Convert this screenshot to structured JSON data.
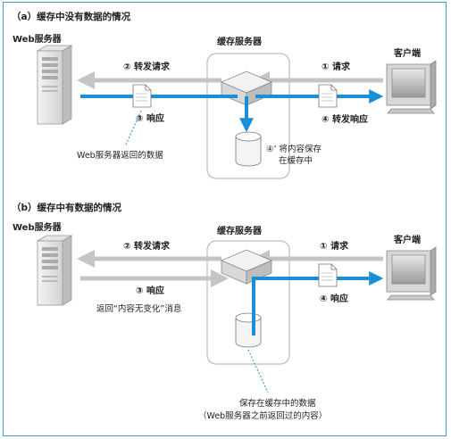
{
  "panel_a": {
    "title": "（a）缓存中没有数据的情况",
    "web_server": "Web服务器",
    "cache_server": "缓存服务器",
    "client": "客户端",
    "step1": "① 请求",
    "step2": "② 转发请求",
    "step3": "③ 响应",
    "step4": "④ 转发响应",
    "step4p_line1": "④’ 将内容保存",
    "step4p_line2": "在缓存中",
    "web_return": "Web服务器返回的数据"
  },
  "panel_b": {
    "title": "（b）缓存中有数据的情况",
    "web_server": "Web服务器",
    "cache_server": "缓存服务器",
    "client": "客户端",
    "step1": "① 请求",
    "step2": "② 转发请求",
    "step3": "③ 响应",
    "step4": "④ 响应",
    "unchanged_msg": "返回“内容无变化”消息",
    "cached_line1": "保存在缓存中的数据",
    "cached_line2": "（Web服务器之前返回过的内容）"
  },
  "colors": {
    "accent": "#1a8fd6",
    "gray_arrow": "#c4c4c4",
    "frame": "#3d9bd3"
  }
}
